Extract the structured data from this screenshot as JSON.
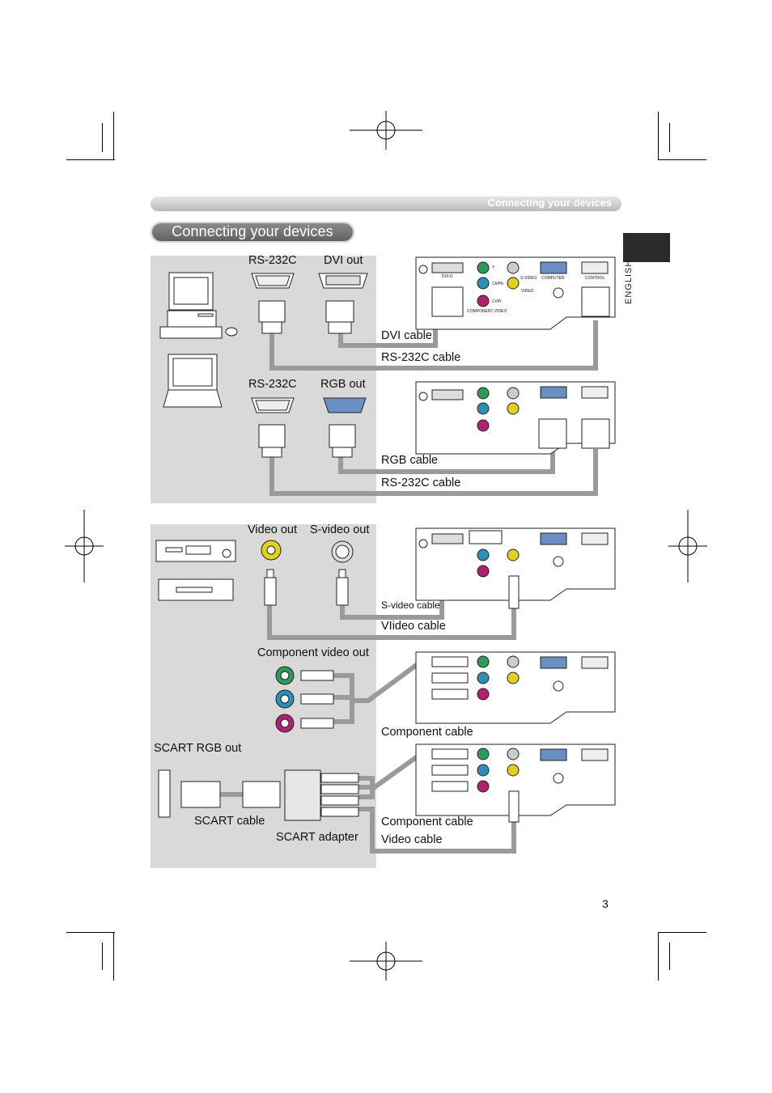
{
  "header": {
    "section_title": "Connecting your devices"
  },
  "title": "Connecting your devices",
  "side_tab": {
    "language": "ENGLISH"
  },
  "computer_section": {
    "dvi_group": {
      "rs232_label": "RS-232C",
      "port_label": "DVI out",
      "cable1": "DVI cable",
      "cable2": "RS-232C cable"
    },
    "rgb_group": {
      "rs232_label": "RS-232C",
      "port_label": "RGB out",
      "cable1": "RGB cable",
      "cable2": "RS-232C cable"
    }
  },
  "video_section": {
    "video_out": "Video out",
    "svideo_out": "S-video out",
    "svideo_cable": "S-video cable",
    "video_cable": "VIideo cable",
    "component_out": "Component video out",
    "component_cable": "Component cable",
    "scart_rgb_out": "SCART RGB out",
    "scart_cable": "SCART cable",
    "scart_adapter": "SCART adapter",
    "component_cable2": "Component cable",
    "video_cable2": "Video cable"
  },
  "projector_panel": {
    "dvi": "DVI-D",
    "y": "Y",
    "cb": "Cb/Pb",
    "cr": "Cr/Pr",
    "svideo": "S-VIDEO",
    "video": "VIDEO",
    "computer": "COMPUTER",
    "control": "CONTROL",
    "component": "COMPONENT VIDEO"
  },
  "page_number": "3",
  "colors": {
    "panel": "#d9d9d9",
    "cable": "#9a9a9a",
    "green": "#2e9a5a",
    "blue": "#2d8fb8",
    "magenta": "#b0226e",
    "yellow": "#e3cf1e"
  }
}
